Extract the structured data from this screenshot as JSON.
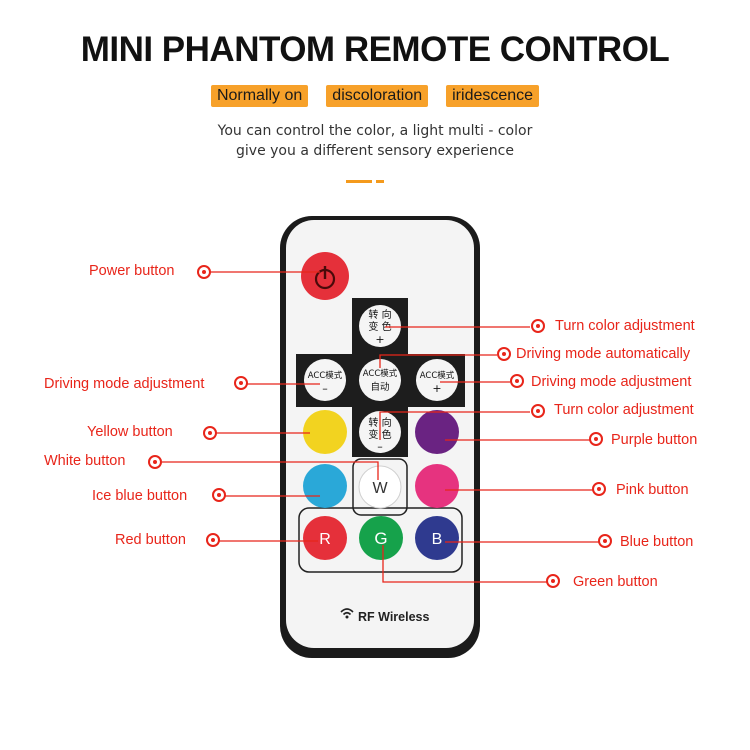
{
  "title": "MINI PHANTOM REMOTE CONTROL",
  "tags": [
    "Normally on",
    "discoloration",
    "iridescence"
  ],
  "subtitle": {
    "line1": "You can control the color, a light multi - color",
    "line2": "give you a different sensory experience"
  },
  "remote": {
    "footer": "RF Wireless",
    "acc_minus": {
      "line1": "ACC模式",
      "line2": "–"
    },
    "acc_plus": {
      "line1": "ACC模式",
      "line2": "+"
    },
    "acc_auto": {
      "line1": "ACC模式",
      "line2": "自动"
    },
    "turn_plus": {
      "line1": "转 向",
      "line2": "变 色",
      "line3": "+"
    },
    "turn_minus": {
      "line1": "转 向",
      "line2": "变 色",
      "line3": "–"
    },
    "white": "W",
    "red": "R",
    "green": "G",
    "blue": "B"
  },
  "labels": {
    "power": "Power button",
    "turn_color_top": "Turn color adjustment",
    "driving_auto": "Driving mode automatically",
    "driving_left": "Driving mode adjustment",
    "driving_right": "Driving mode adjustment",
    "turn_color_bottom": "Turn color adjustment",
    "yellow": "Yellow button",
    "purple": "Purple button",
    "white": "White button",
    "ice_blue": "Ice blue button",
    "pink": "Pink button",
    "red": "Red button",
    "blue": "Blue button",
    "green": "Green button"
  },
  "colors": {
    "accent": "#f7a12a",
    "annotation": "#e8251a",
    "yellow": "#f2d320",
    "purple": "#6a2382",
    "ice_blue": "#2aa8d8",
    "pink": "#e6337f",
    "red": "#e5303a",
    "green": "#16a24b",
    "blue": "#2f3a8f"
  }
}
